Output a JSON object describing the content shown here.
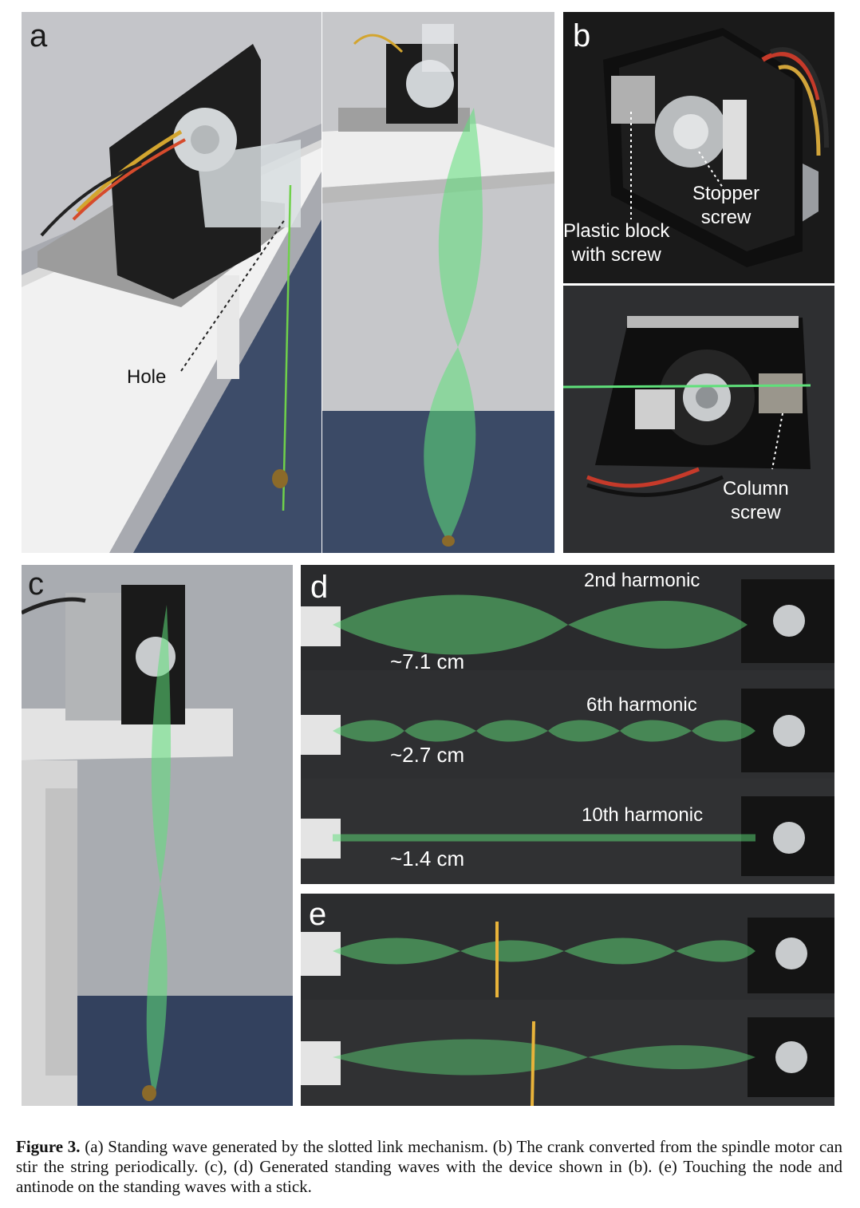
{
  "figure": {
    "panels": {
      "a": {
        "label": "a",
        "annotation": "Hole"
      },
      "b": {
        "label": "b",
        "annotations": {
          "stopper": "Stopper\nscrew",
          "plastic": "Plastic block\nwith screw",
          "column": "Column\nscrew"
        }
      },
      "c": {
        "label": "c"
      },
      "d": {
        "label": "d",
        "rows": [
          {
            "harmonic": "2nd harmonic",
            "amplitude": "~7.1 cm"
          },
          {
            "harmonic": "6th harmonic",
            "amplitude": "~2.7 cm"
          },
          {
            "harmonic": "10th harmonic",
            "amplitude": "~1.4 cm"
          }
        ]
      },
      "e": {
        "label": "e"
      }
    },
    "caption": {
      "lead": "Figure 3.",
      "text": " (a) Standing wave generated by the slotted link mechanism. (b) The crank converted from the spindle motor can stir the string periodically. (c), (d) Generated standing waves with the device shown in (b). (e) Touching the node and antinode on the standing waves with a stick."
    }
  },
  "colors": {
    "wave": "#5fe07a",
    "stick": "#e8b33a",
    "dark_bg": "#2f2f31",
    "floor": "#3e4f6e"
  }
}
